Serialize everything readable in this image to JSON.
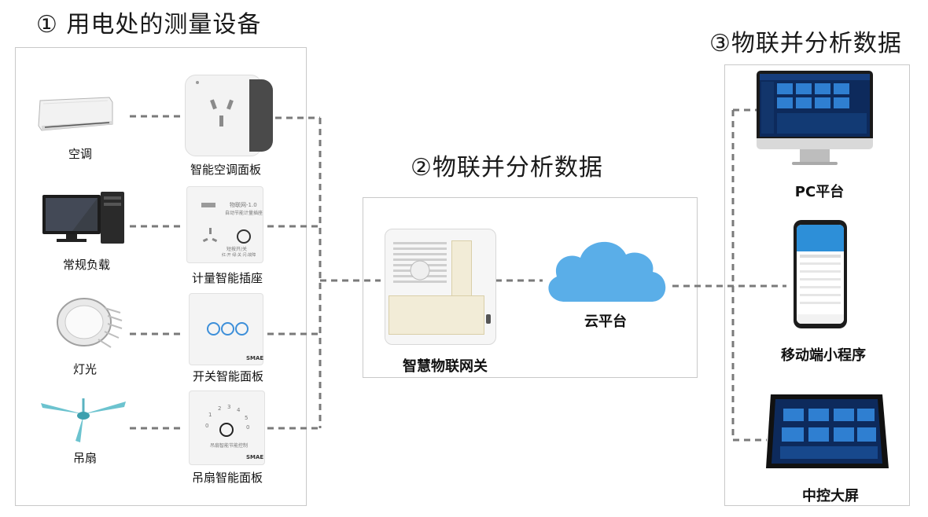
{
  "headings": {
    "measure": "① 用电处的测量设备",
    "iot_center": "②物联并分析数据",
    "iot_right": "③物联并分析数据"
  },
  "loads": [
    {
      "label": "空调",
      "icon": "air-conditioner"
    },
    {
      "label": "常规负载",
      "icon": "desktop-computer"
    },
    {
      "label": "灯光",
      "icon": "downlight"
    },
    {
      "label": "吊扇",
      "icon": "ceiling-fan"
    }
  ],
  "devices": [
    {
      "label": "智能空调面板",
      "icon": "smart-ac-socket"
    },
    {
      "label": "计量智能插座",
      "icon": "metering-socket",
      "panel_text": {
        "title": "物联网-1.0",
        "line2": "自动节能计量插座",
        "line3": "短按开/关",
        "line4": "红:开 绿:关 闪:故障"
      }
    },
    {
      "label": "开关智能面板",
      "icon": "touch-switch",
      "brand": "SMAE"
    },
    {
      "label": "吊扇智能面板",
      "icon": "fan-dial",
      "brand": "SMAE",
      "panel_text": {
        "dial": [
          "0",
          "1",
          "2",
          "3",
          "4",
          "5",
          "0"
        ],
        "caption": "吊扇智能节能控制"
      }
    }
  ],
  "gateway": {
    "label": "智慧物联网关",
    "icon": "iot-gateway"
  },
  "cloud": {
    "label": "云平台",
    "icon": "cloud",
    "color": "#5aaee8"
  },
  "terminals": [
    {
      "label": "PC平台",
      "icon": "desktop-monitor"
    },
    {
      "label": "移动端小程序",
      "icon": "smartphone"
    },
    {
      "label": "中控大屏",
      "icon": "tablet-screen"
    }
  ],
  "colors": {
    "connector": "#7a7a7a",
    "border": "#c9c9c9",
    "screen": "#0d2a5c"
  }
}
